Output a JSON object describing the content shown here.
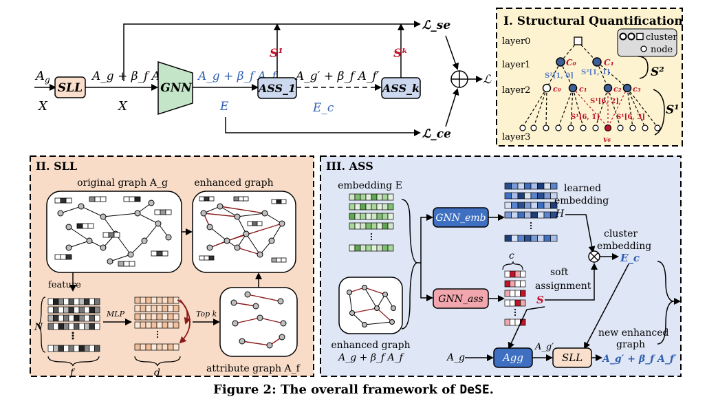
{
  "colors": {
    "sll_fill": "#fadfcc",
    "gnn_fill": "#c5e5c9",
    "ass_fill": "#cdd9ee",
    "panel2_bg": "#f8dcc8",
    "panel3_bg": "#dfe6f5",
    "panel1_bg": "#fdf3d0",
    "gnn_emb": "#3e6fc1",
    "gnn_ass": "#f1a7ad",
    "red_text": "#c0142b",
    "blue_text": "#2f5fb0"
  },
  "top": {
    "in_ag": "A",
    "in_ag_sub": "g",
    "in_x": "X",
    "sll": "SLL",
    "mid_label": "A_g + β_f A_f",
    "mid_x": "X",
    "gnn": "GNN",
    "gnn_out": "A_g + β_f A_f",
    "e": "E",
    "ass1": "ASS_1",
    "assk": "ASS_k",
    "dash_label": "A_g′ + β_f A_f′",
    "ec": "E_c",
    "s1": "S¹",
    "sk": "Sᵏ",
    "lse": "ℒ_se",
    "lce": "ℒ_ce",
    "l": "ℒ"
  },
  "panel1": {
    "title": "I. Structural Quantification",
    "legend_cluster": "cluster",
    "legend_node": "node",
    "layers": [
      "layer0",
      "layer1",
      "layer2",
      "layer3"
    ],
    "c0_l1": "C₀",
    "c1_l1": "C₁",
    "l2_labels": [
      "c₀",
      "c₁",
      "c₂",
      "c₃"
    ],
    "s2_a": "S²[1, 0]",
    "s2_b": "S²[1, 1]",
    "s1_a": "S¹[6, 2]",
    "s1_b": "S¹[6, 1]",
    "s1_c": "S¹[6, 3]",
    "v6": "v₆",
    "big_s2": "S²",
    "big_s1": "S¹"
  },
  "panel2": {
    "title": "II. SLL",
    "original": "original graph A_g",
    "enhanced": "enhanced graph",
    "feature": "feature",
    "mlp": "MLP",
    "topk": "Top k",
    "attr": "attribute graph A_f",
    "n": "N",
    "f": "f",
    "d": "d"
  },
  "panel3": {
    "title": "III. ASS",
    "embedding": "embedding E",
    "gnn_emb": "GNN_emb",
    "gnn_ass": "GNN_ass",
    "learned": "learned",
    "embedding2": "embedding",
    "h": "H",
    "cluster": "cluster",
    "cluster_emb": "embedding",
    "ec": "E_c",
    "c": "c",
    "soft": "soft",
    "assignment": "assignment",
    "s": "S",
    "enh_graph": "enhanced graph",
    "enh_formula": "A_g + β_f A_f",
    "ag": "A_g",
    "agg": "Agg",
    "ag_prime": "A_g′",
    "sll": "SLL",
    "new_enh": "new enhanced",
    "graph": "graph",
    "out_formula": "A_g′ + β_f A_f′"
  },
  "caption": {
    "prefix": "Figure 2: The overall framework of ",
    "name": "DeSE",
    "suffix": "."
  }
}
